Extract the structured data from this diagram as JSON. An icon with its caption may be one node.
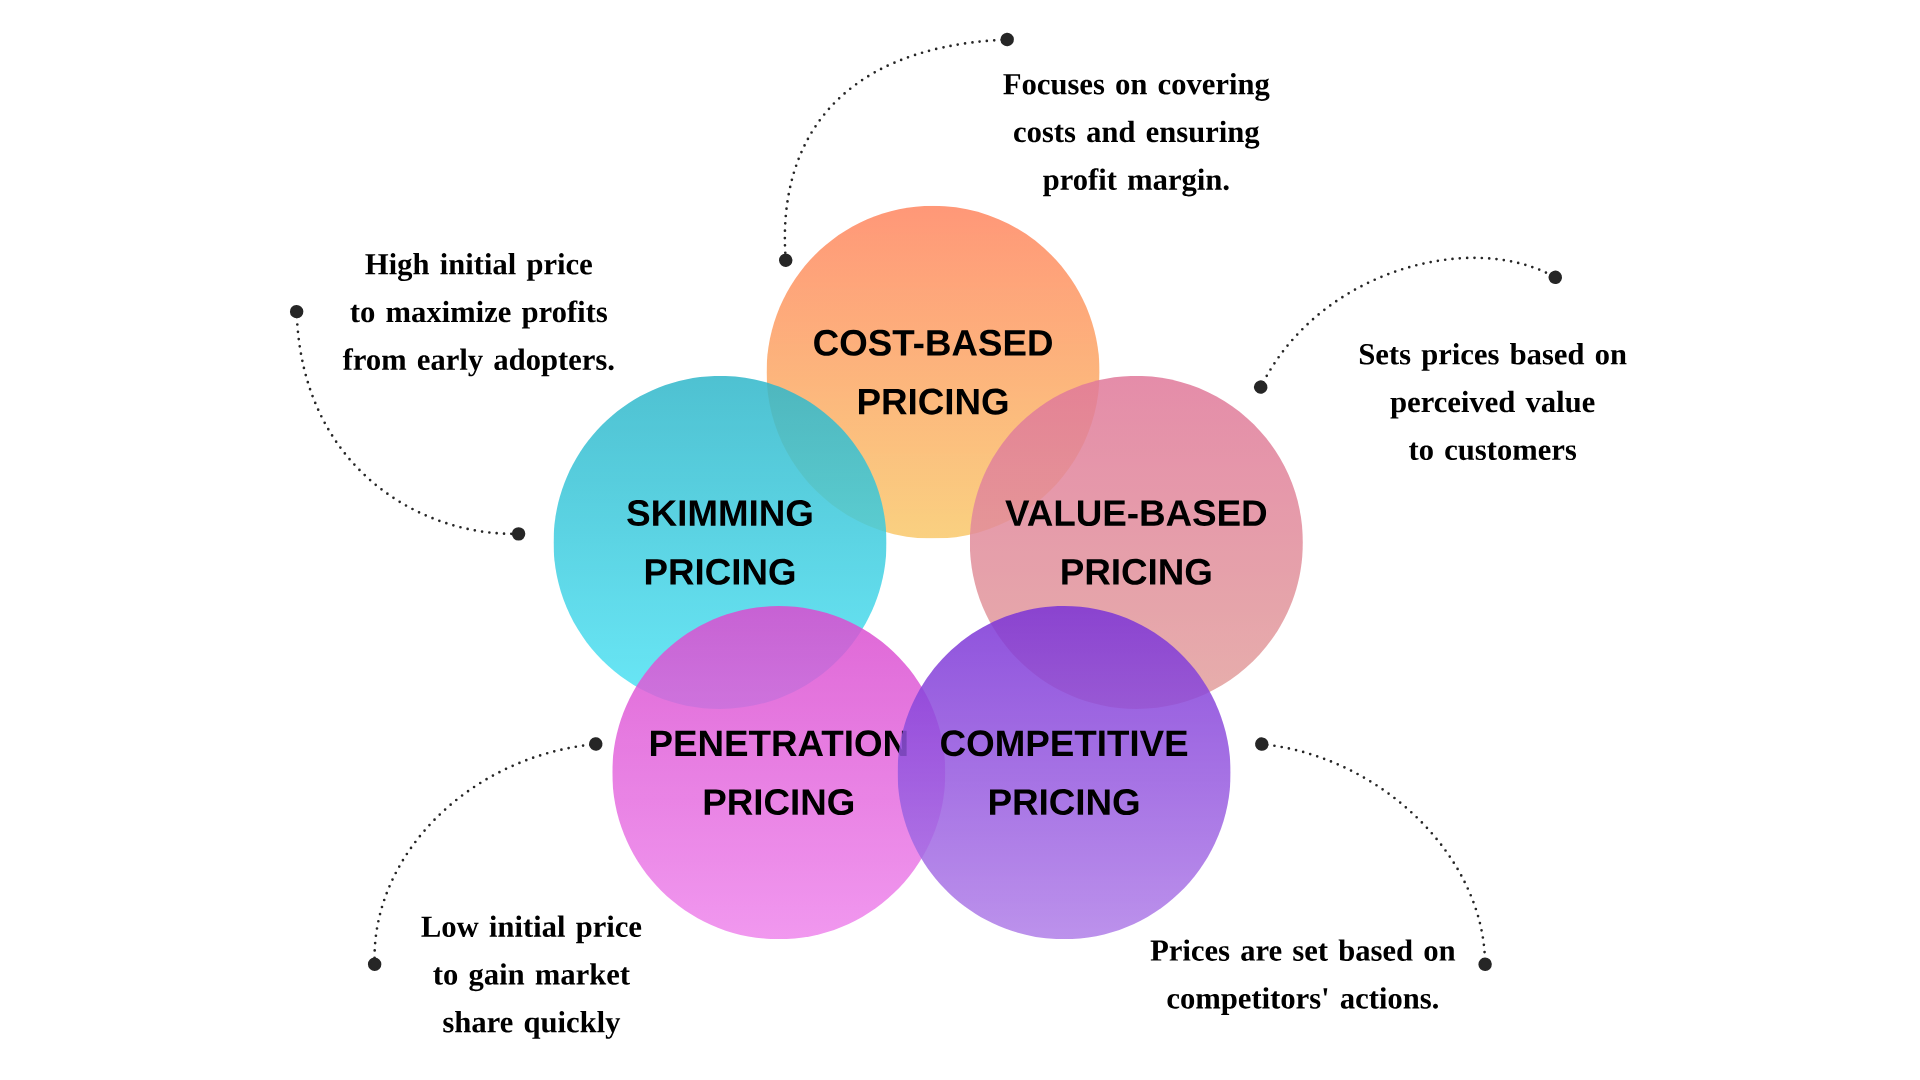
{
  "diagram": {
    "nodes": [
      {
        "text": [
          "Focuses on covering costs and ensuring profit margin."
        ]
      },
      {
        "text": [
          "High initial price to maximize profits from early adopters."
        ]
      },
      {
        "text": [
          "COST-BASED PRICING"
        ]
      },
      {
        "text": [
          "Sets prices based on perceived value to customers"
        ]
      },
      {
        "text": [
          "SKIMMING PRICING"
        ]
      },
      {
        "text": [
          "VALUE-BASED PRICING"
        ]
      },
      {
        "text": [
          "PENETRATION PRICING"
        ]
      },
      {
        "text": [
          "COMPETITIVE PRICING"
        ]
      },
      {
        "text": [
          "Low initial price to gain market share quickly"
        ]
      },
      {
        "text": [
          "Prices are set based on competitors' actions."
        ]
      }
    ]
  }
}
